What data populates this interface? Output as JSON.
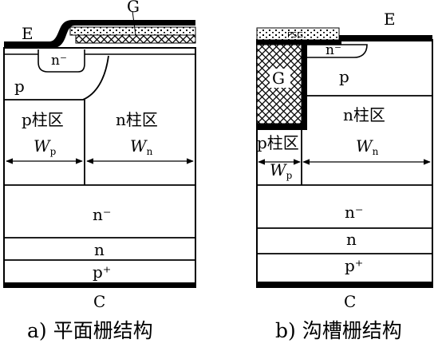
{
  "panel_a": {
    "gate_label": "G",
    "emitter_label": "E",
    "collector_label": "C",
    "n_minus_source": "n⁻",
    "p_body": "p",
    "p_pillar": "p柱区",
    "n_pillar": "n柱区",
    "wp_main": "W",
    "wp_sub": "p",
    "wn_main": "W",
    "wn_sub": "n",
    "drift": "n⁻",
    "buffer": "n",
    "collector_layer": "p⁺",
    "caption": "a) 平面栅结构"
  },
  "panel_b": {
    "psg_label": "PSG",
    "gate_label": "G",
    "emitter_label": "E",
    "collector_label": "C",
    "n_minus_source": "n⁻",
    "p_body": "p",
    "p_pillar": "p柱区",
    "n_pillar": "n柱区",
    "wp_main": "W",
    "wp_sub": "p",
    "wn_main": "W",
    "wn_sub": "n",
    "drift": "n⁻",
    "buffer": "n",
    "collector_layer": "p⁺",
    "caption": "b) 沟槽栅结构"
  }
}
